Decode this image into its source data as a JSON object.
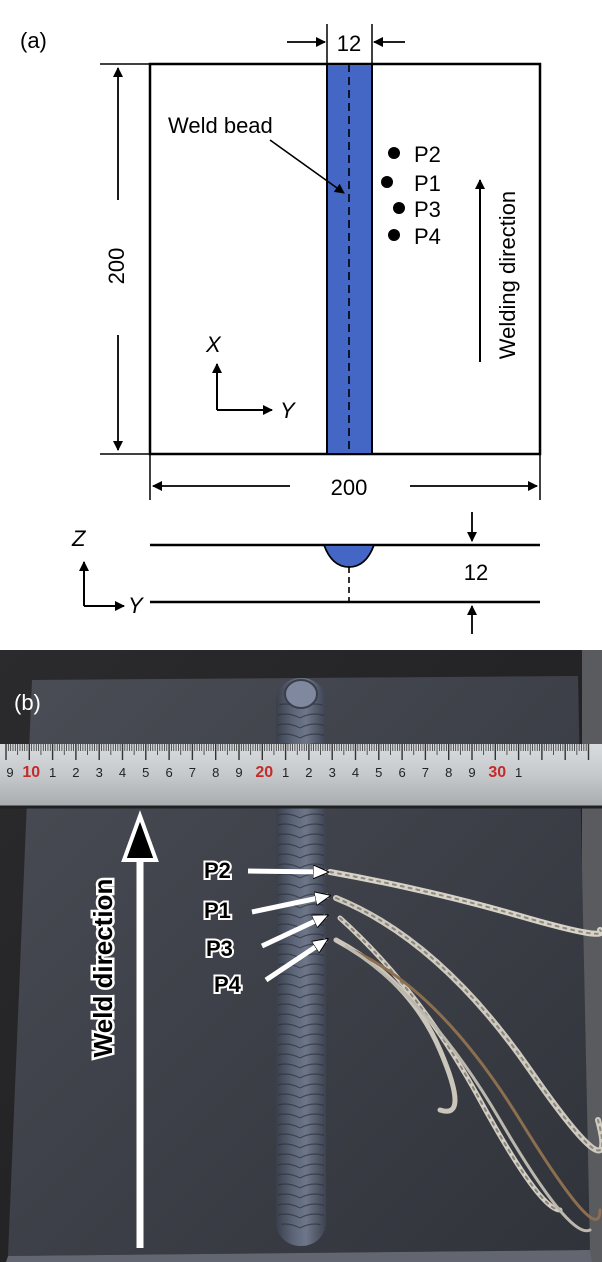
{
  "panel_a": {
    "label": "(a)",
    "dim_weld_width": "12",
    "dim_height": "200",
    "dim_width": "200",
    "dim_thickness": "12",
    "weld_bead_label": "Weld bead",
    "welding_direction_label": "Welding direction",
    "points": [
      "P2",
      "P1",
      "P3",
      "P4"
    ],
    "axis_x": "X",
    "axis_y_top": "Y",
    "axis_z": "Z",
    "axis_y_side": "Y",
    "colors": {
      "weld": "#4466c4",
      "line": "#000000"
    }
  },
  "panel_b": {
    "label": "(b)",
    "weld_direction_label": "Weld direction",
    "points": [
      "P2",
      "P1",
      "P3",
      "P4"
    ],
    "ruler_major": [
      "10",
      "20",
      "30"
    ],
    "ruler_minor": [
      "9",
      "1",
      "2",
      "3",
      "4",
      "5",
      "6",
      "7",
      "8",
      "9",
      "1",
      "2",
      "3",
      "4",
      "5",
      "6",
      "7",
      "8",
      "9",
      "1"
    ]
  }
}
